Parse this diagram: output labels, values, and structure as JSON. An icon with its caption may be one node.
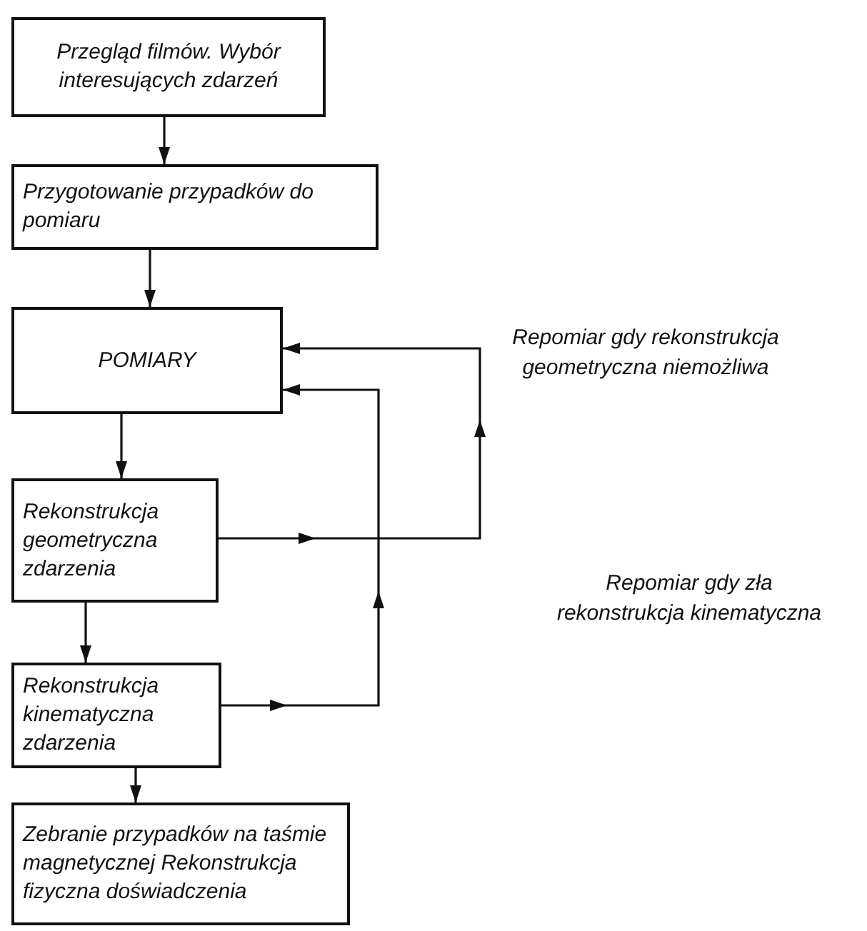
{
  "diagram": {
    "nodes": [
      {
        "text": [
          "Przegląd filmów. Wybór interesujących zdarzeń"
        ]
      },
      {
        "text": [
          "Przygotowanie przypadków do pomiaru"
        ]
      },
      {
        "text": [
          "POMIARY"
        ]
      },
      {
        "text": [
          "Rekonstrukcja geometryczna zdarzenia"
        ]
      },
      {
        "text": [
          "Rekonstrukcja kinematyczna zdarzenia"
        ]
      },
      {
        "text": [
          "Zebranie przypadków na taśmie magnetycznej Rekonstrukcja fizyczna doświadczenia"
        ]
      }
    ],
    "edges": [
      {
        "from": 0,
        "to": 1,
        "arrow": "to"
      },
      {
        "from": 1,
        "to": 2,
        "arrow": "to"
      },
      {
        "from": 2,
        "to": 3,
        "arrow": "to"
      },
      {
        "from": 3,
        "to": 4,
        "arrow": "to"
      },
      {
        "from": 4,
        "to": 5,
        "arrow": "to"
      },
      {
        "from": 3,
        "to": 2,
        "arrow": "to"
      },
      {
        "from": 4,
        "to": 2,
        "arrow": "to"
      }
    ],
    "labels": [
      "Repomiar gdy rekonstrukcja geometryczna niemożliwa",
      "Repomiar gdy zła rekonstrukcja kinematyczna"
    ]
  }
}
